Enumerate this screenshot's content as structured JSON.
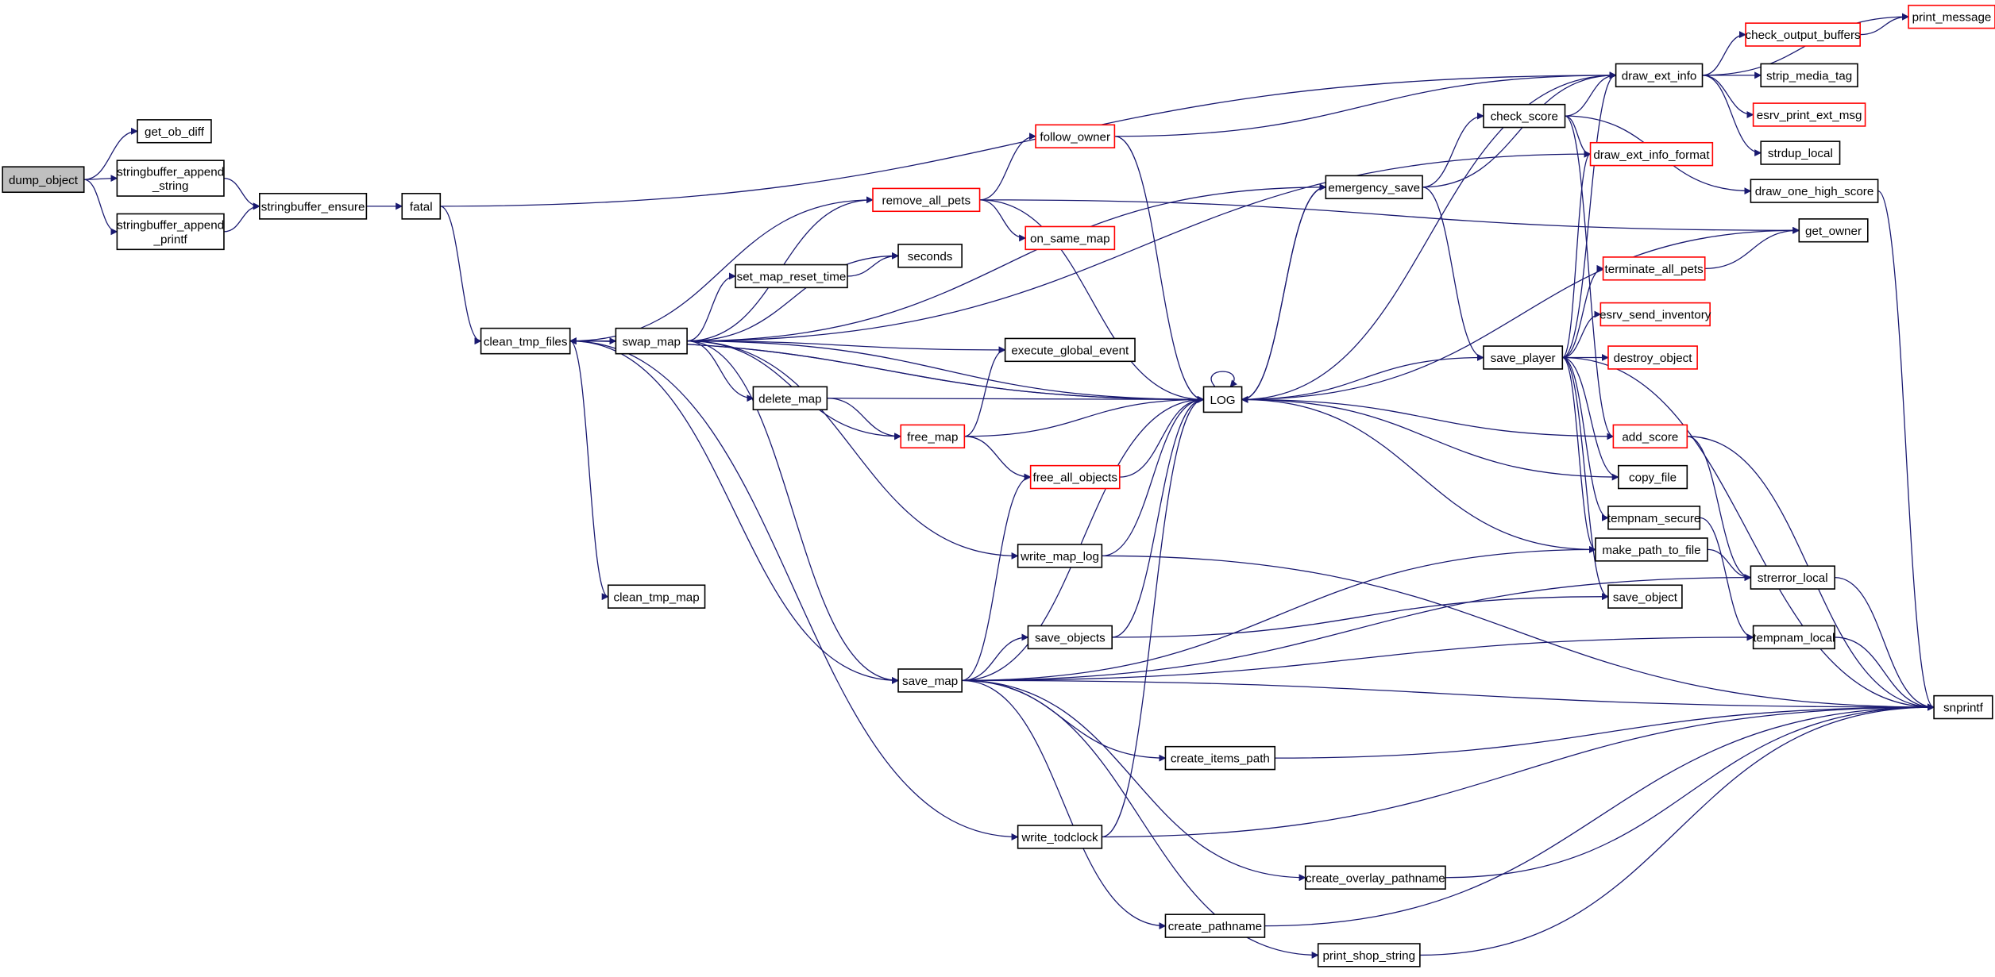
{
  "colors": {
    "edge": "#191970",
    "node_border": "#000000",
    "node_link_missing_border": "#ff0000",
    "root_fill": "#bfbfbf",
    "node_fill": "#ffffff"
  },
  "graph": {
    "root": "dump_object",
    "nodes": [
      {
        "id": "dump_object",
        "label": [
          "dump_object"
        ],
        "style": "root"
      },
      {
        "id": "get_ob_diff",
        "label": [
          "get_ob_diff"
        ],
        "style": "normal"
      },
      {
        "id": "sb_append_string",
        "label": [
          "stringbuffer_append",
          "_string"
        ],
        "style": "normal"
      },
      {
        "id": "sb_append_printf",
        "label": [
          "stringbuffer_append",
          "_printf"
        ],
        "style": "normal"
      },
      {
        "id": "sb_ensure",
        "label": [
          "stringbuffer_ensure"
        ],
        "style": "normal"
      },
      {
        "id": "fatal",
        "label": [
          "fatal"
        ],
        "style": "normal"
      },
      {
        "id": "clean_tmp_files",
        "label": [
          "clean_tmp_files"
        ],
        "style": "normal"
      },
      {
        "id": "swap_map",
        "label": [
          "swap_map"
        ],
        "style": "normal"
      },
      {
        "id": "clean_tmp_map",
        "label": [
          "clean_tmp_map"
        ],
        "style": "normal"
      },
      {
        "id": "remove_all_pets",
        "label": [
          "remove_all_pets"
        ],
        "style": "red"
      },
      {
        "id": "follow_owner",
        "label": [
          "follow_owner"
        ],
        "style": "red"
      },
      {
        "id": "on_same_map",
        "label": [
          "on_same_map"
        ],
        "style": "red"
      },
      {
        "id": "set_map_reset_time",
        "label": [
          "set_map_reset_time"
        ],
        "style": "normal"
      },
      {
        "id": "seconds",
        "label": [
          "seconds"
        ],
        "style": "normal"
      },
      {
        "id": "execute_global_event",
        "label": [
          "execute_global_event"
        ],
        "style": "normal"
      },
      {
        "id": "delete_map",
        "label": [
          "delete_map"
        ],
        "style": "normal"
      },
      {
        "id": "free_map",
        "label": [
          "free_map"
        ],
        "style": "red"
      },
      {
        "id": "free_all_objects",
        "label": [
          "free_all_objects"
        ],
        "style": "red"
      },
      {
        "id": "LOG",
        "label": [
          "LOG"
        ],
        "style": "normal"
      },
      {
        "id": "write_map_log",
        "label": [
          "write_map_log"
        ],
        "style": "normal"
      },
      {
        "id": "save_map",
        "label": [
          "save_map"
        ],
        "style": "normal"
      },
      {
        "id": "save_objects",
        "label": [
          "save_objects"
        ],
        "style": "normal"
      },
      {
        "id": "create_items_path",
        "label": [
          "create_items_path"
        ],
        "style": "normal"
      },
      {
        "id": "write_todclock",
        "label": [
          "write_todclock"
        ],
        "style": "normal"
      },
      {
        "id": "create_overlay_pathname",
        "label": [
          "create_overlay_pathname"
        ],
        "style": "normal"
      },
      {
        "id": "create_pathname",
        "label": [
          "create_pathname"
        ],
        "style": "normal"
      },
      {
        "id": "print_shop_string",
        "label": [
          "print_shop_string"
        ],
        "style": "normal"
      },
      {
        "id": "emergency_save",
        "label": [
          "emergency_save"
        ],
        "style": "normal"
      },
      {
        "id": "check_score",
        "label": [
          "check_score"
        ],
        "style": "normal"
      },
      {
        "id": "draw_ext_info",
        "label": [
          "draw_ext_info"
        ],
        "style": "normal"
      },
      {
        "id": "draw_ext_info_format",
        "label": [
          "draw_ext_info_format"
        ],
        "style": "red"
      },
      {
        "id": "print_message",
        "label": [
          "print_message"
        ],
        "style": "red"
      },
      {
        "id": "check_output_buffers",
        "label": [
          "check_output_buffers"
        ],
        "style": "red"
      },
      {
        "id": "strip_media_tag",
        "label": [
          "strip_media_tag"
        ],
        "style": "normal"
      },
      {
        "id": "esrv_print_ext_msg",
        "label": [
          "esrv_print_ext_msg"
        ],
        "style": "red"
      },
      {
        "id": "strdup_local",
        "label": [
          "strdup_local"
        ],
        "style": "normal"
      },
      {
        "id": "draw_one_high_score",
        "label": [
          "draw_one_high_score"
        ],
        "style": "normal"
      },
      {
        "id": "get_owner",
        "label": [
          "get_owner"
        ],
        "style": "normal"
      },
      {
        "id": "terminate_all_pets",
        "label": [
          "terminate_all_pets"
        ],
        "style": "red"
      },
      {
        "id": "esrv_send_inventory",
        "label": [
          "esrv_send_inventory"
        ],
        "style": "red"
      },
      {
        "id": "destroy_object",
        "label": [
          "destroy_object"
        ],
        "style": "red"
      },
      {
        "id": "save_player",
        "label": [
          "save_player"
        ],
        "style": "normal"
      },
      {
        "id": "add_score",
        "label": [
          "add_score"
        ],
        "style": "red"
      },
      {
        "id": "copy_file",
        "label": [
          "copy_file"
        ],
        "style": "normal"
      },
      {
        "id": "tempnam_secure",
        "label": [
          "tempnam_secure"
        ],
        "style": "normal"
      },
      {
        "id": "make_path_to_file",
        "label": [
          "make_path_to_file"
        ],
        "style": "normal"
      },
      {
        "id": "save_object",
        "label": [
          "save_object"
        ],
        "style": "normal"
      },
      {
        "id": "strerror_local",
        "label": [
          "strerror_local"
        ],
        "style": "normal"
      },
      {
        "id": "tempnam_local",
        "label": [
          "tempnam_local"
        ],
        "style": "normal"
      },
      {
        "id": "snprintf",
        "label": [
          "snprintf"
        ],
        "style": "normal"
      }
    ],
    "edges": [
      [
        "dump_object",
        "get_ob_diff"
      ],
      [
        "dump_object",
        "sb_append_string"
      ],
      [
        "dump_object",
        "sb_append_printf"
      ],
      [
        "sb_append_string",
        "sb_ensure"
      ],
      [
        "sb_append_printf",
        "sb_ensure"
      ],
      [
        "sb_ensure",
        "fatal"
      ],
      [
        "fatal",
        "clean_tmp_files"
      ],
      [
        "fatal",
        "draw_ext_info"
      ],
      [
        "clean_tmp_files",
        "swap_map"
      ],
      [
        "clean_tmp_files",
        "clean_tmp_map"
      ],
      [
        "clean_tmp_files",
        "save_map"
      ],
      [
        "clean_tmp_files",
        "write_todclock"
      ],
      [
        "clean_tmp_files",
        "LOG"
      ],
      [
        "LOG",
        "clean_tmp_files"
      ],
      [
        "remove_all_pets",
        "clean_tmp_files"
      ],
      [
        "swap_map",
        "remove_all_pets"
      ],
      [
        "swap_map",
        "set_map_reset_time"
      ],
      [
        "swap_map",
        "seconds"
      ],
      [
        "swap_map",
        "LOG"
      ],
      [
        "swap_map",
        "execute_global_event"
      ],
      [
        "swap_map",
        "delete_map"
      ],
      [
        "swap_map",
        "free_map"
      ],
      [
        "swap_map",
        "write_map_log"
      ],
      [
        "swap_map",
        "save_map"
      ],
      [
        "swap_map",
        "emergency_save"
      ],
      [
        "swap_map",
        "draw_ext_info_format"
      ],
      [
        "remove_all_pets",
        "follow_owner"
      ],
      [
        "remove_all_pets",
        "on_same_map"
      ],
      [
        "remove_all_pets",
        "LOG"
      ],
      [
        "remove_all_pets",
        "get_owner"
      ],
      [
        "follow_owner",
        "LOG"
      ],
      [
        "follow_owner",
        "draw_ext_info"
      ],
      [
        "set_map_reset_time",
        "seconds"
      ],
      [
        "delete_map",
        "free_map"
      ],
      [
        "delete_map",
        "LOG"
      ],
      [
        "free_map",
        "execute_global_event"
      ],
      [
        "free_map",
        "free_all_objects"
      ],
      [
        "free_map",
        "LOG"
      ],
      [
        "free_all_objects",
        "LOG"
      ],
      [
        "write_map_log",
        "LOG"
      ],
      [
        "write_map_log",
        "snprintf"
      ],
      [
        "save_map",
        "free_all_objects"
      ],
      [
        "save_map",
        "LOG"
      ],
      [
        "save_map",
        "save_objects"
      ],
      [
        "save_map",
        "create_items_path"
      ],
      [
        "save_map",
        "create_overlay_pathname"
      ],
      [
        "save_map",
        "create_pathname"
      ],
      [
        "save_map",
        "print_shop_string"
      ],
      [
        "save_map",
        "snprintf"
      ],
      [
        "save_map",
        "make_path_to_file"
      ],
      [
        "save_map",
        "strerror_local"
      ],
      [
        "save_map",
        "tempnam_local"
      ],
      [
        "save_objects",
        "LOG"
      ],
      [
        "save_objects",
        "save_object"
      ],
      [
        "write_todclock",
        "LOG"
      ],
      [
        "write_todclock",
        "snprintf"
      ],
      [
        "create_items_path",
        "snprintf"
      ],
      [
        "create_overlay_pathname",
        "snprintf"
      ],
      [
        "create_pathname",
        "snprintf"
      ],
      [
        "print_shop_string",
        "snprintf"
      ],
      [
        "LOG",
        "LOG"
      ],
      [
        "LOG",
        "emergency_save"
      ],
      [
        "LOG",
        "draw_ext_info"
      ],
      [
        "emergency_save",
        "check_score"
      ],
      [
        "emergency_save",
        "draw_ext_info"
      ],
      [
        "emergency_save",
        "save_player"
      ],
      [
        "emergency_save",
        "LOG"
      ],
      [
        "check_score",
        "draw_ext_info"
      ],
      [
        "check_score",
        "draw_ext_info_format"
      ],
      [
        "check_score",
        "draw_one_high_score"
      ],
      [
        "check_score",
        "add_score"
      ],
      [
        "draw_ext_info",
        "print_message"
      ],
      [
        "draw_ext_info",
        "check_output_buffers"
      ],
      [
        "draw_ext_info",
        "strip_media_tag"
      ],
      [
        "draw_ext_info",
        "esrv_print_ext_msg"
      ],
      [
        "draw_ext_info",
        "strdup_local"
      ],
      [
        "check_output_buffers",
        "print_message"
      ],
      [
        "draw_one_high_score",
        "snprintf"
      ],
      [
        "get_owner",
        "LOG"
      ],
      [
        "terminate_all_pets",
        "get_owner"
      ],
      [
        "save_player",
        "draw_ext_info"
      ],
      [
        "save_player",
        "draw_ext_info_format"
      ],
      [
        "save_player",
        "terminate_all_pets"
      ],
      [
        "save_player",
        "esrv_send_inventory"
      ],
      [
        "save_player",
        "destroy_object"
      ],
      [
        "save_player",
        "LOG"
      ],
      [
        "save_player",
        "snprintf"
      ],
      [
        "save_player",
        "copy_file"
      ],
      [
        "save_player",
        "tempnam_secure"
      ],
      [
        "save_player",
        "make_path_to_file"
      ],
      [
        "save_player",
        "save_object"
      ],
      [
        "add_score",
        "LOG"
      ],
      [
        "add_score",
        "strerror_local"
      ],
      [
        "add_score",
        "snprintf"
      ],
      [
        "copy_file",
        "LOG"
      ],
      [
        "tempnam_secure",
        "tempnam_local"
      ],
      [
        "make_path_to_file",
        "LOG"
      ],
      [
        "make_path_to_file",
        "strerror_local"
      ],
      [
        "strerror_local",
        "snprintf"
      ],
      [
        "tempnam_local",
        "snprintf"
      ]
    ]
  }
}
